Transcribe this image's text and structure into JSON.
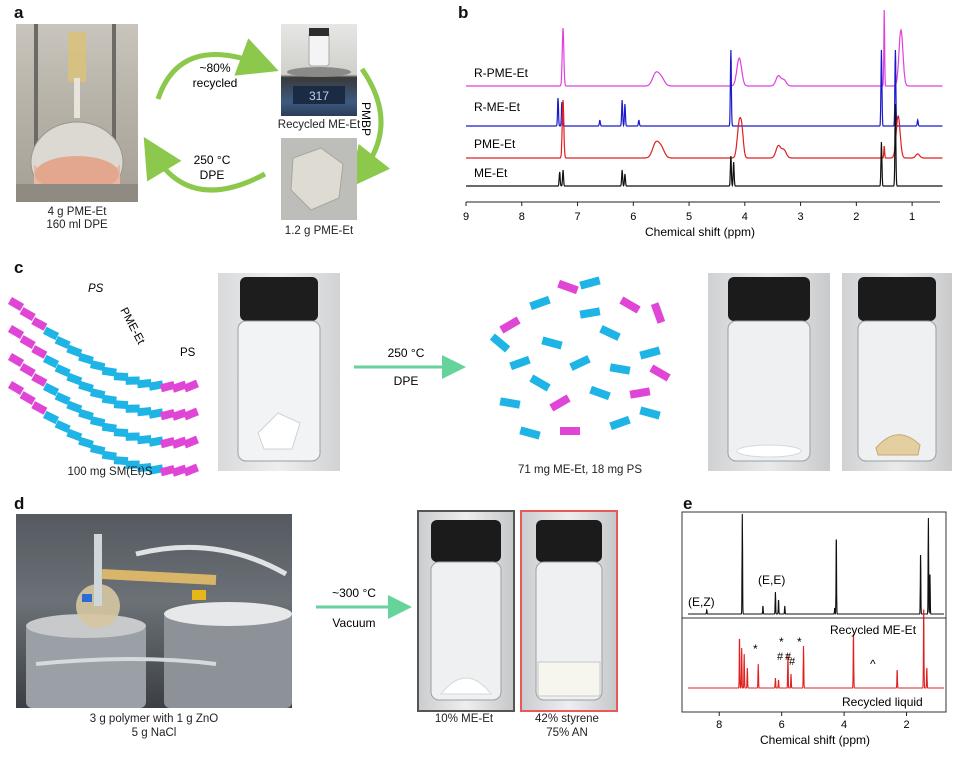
{
  "panels": {
    "a": "a",
    "b": "b",
    "c": "c",
    "d": "d",
    "e": "e"
  },
  "a": {
    "flask_caption_1": "4 g PME-Et",
    "flask_caption_2": "160 ml DPE",
    "arrow_top_1": "~80%",
    "arrow_top_2": "recycled",
    "arrow_bottom_1": "250 °C",
    "arrow_bottom_2": "DPE",
    "arrow_right": "PMBP",
    "recycled_caption": "Recycled ME-Et",
    "solid_caption": "1.2 g PME-Et",
    "balance_readout": "317"
  },
  "b": {
    "xlabel": "Chemical shift (ppm)",
    "ticks": [
      "9",
      "8",
      "7",
      "6",
      "5",
      "4",
      "3",
      "2",
      "1"
    ],
    "traces": [
      {
        "name": "R-PME-Et",
        "color": "#e040e0"
      },
      {
        "name": "R-ME-Et",
        "color": "#1a1acc"
      },
      {
        "name": "PME-Et",
        "color": "#e02020"
      },
      {
        "name": "ME-Et",
        "color": "#111111"
      }
    ]
  },
  "c": {
    "label_ps_left": "PS",
    "label_pme": "PME-Et",
    "label_ps_right": "PS",
    "caption_left": "100 mg SM(Et)S",
    "arrow_top": "250 °C",
    "arrow_bottom": "DPE",
    "caption_middle": "71 mg ME-Et, 18 mg PS"
  },
  "d": {
    "caption_1": "3 g polymer with 1 g ZnO",
    "caption_2": "5 g NaCl",
    "arrow_top": "~300 °C",
    "arrow_bottom": "Vacuum",
    "vial1_caption": "10% ME-Et",
    "vial2_caption_1": "42% styrene",
    "vial2_caption_2": "75% AN"
  },
  "e": {
    "label_ez": "(E,Z)",
    "label_ee": "(E,E)",
    "top_label": "Recycled ME-Et",
    "bottom_label": "Recycled liquid",
    "xlabel": "Chemical shift (ppm)",
    "ticks": [
      "8",
      "6",
      "4",
      "2"
    ],
    "star": "*",
    "hash": "#",
    "caret": "^",
    "top_color": "#111111",
    "bottom_color": "#e02020"
  },
  "colors": {
    "pme_block": "#1fb4e6",
    "ps_block": "#e046d6",
    "arrow_green": "#8cc84b",
    "arrow_teal": "#66d39a"
  }
}
